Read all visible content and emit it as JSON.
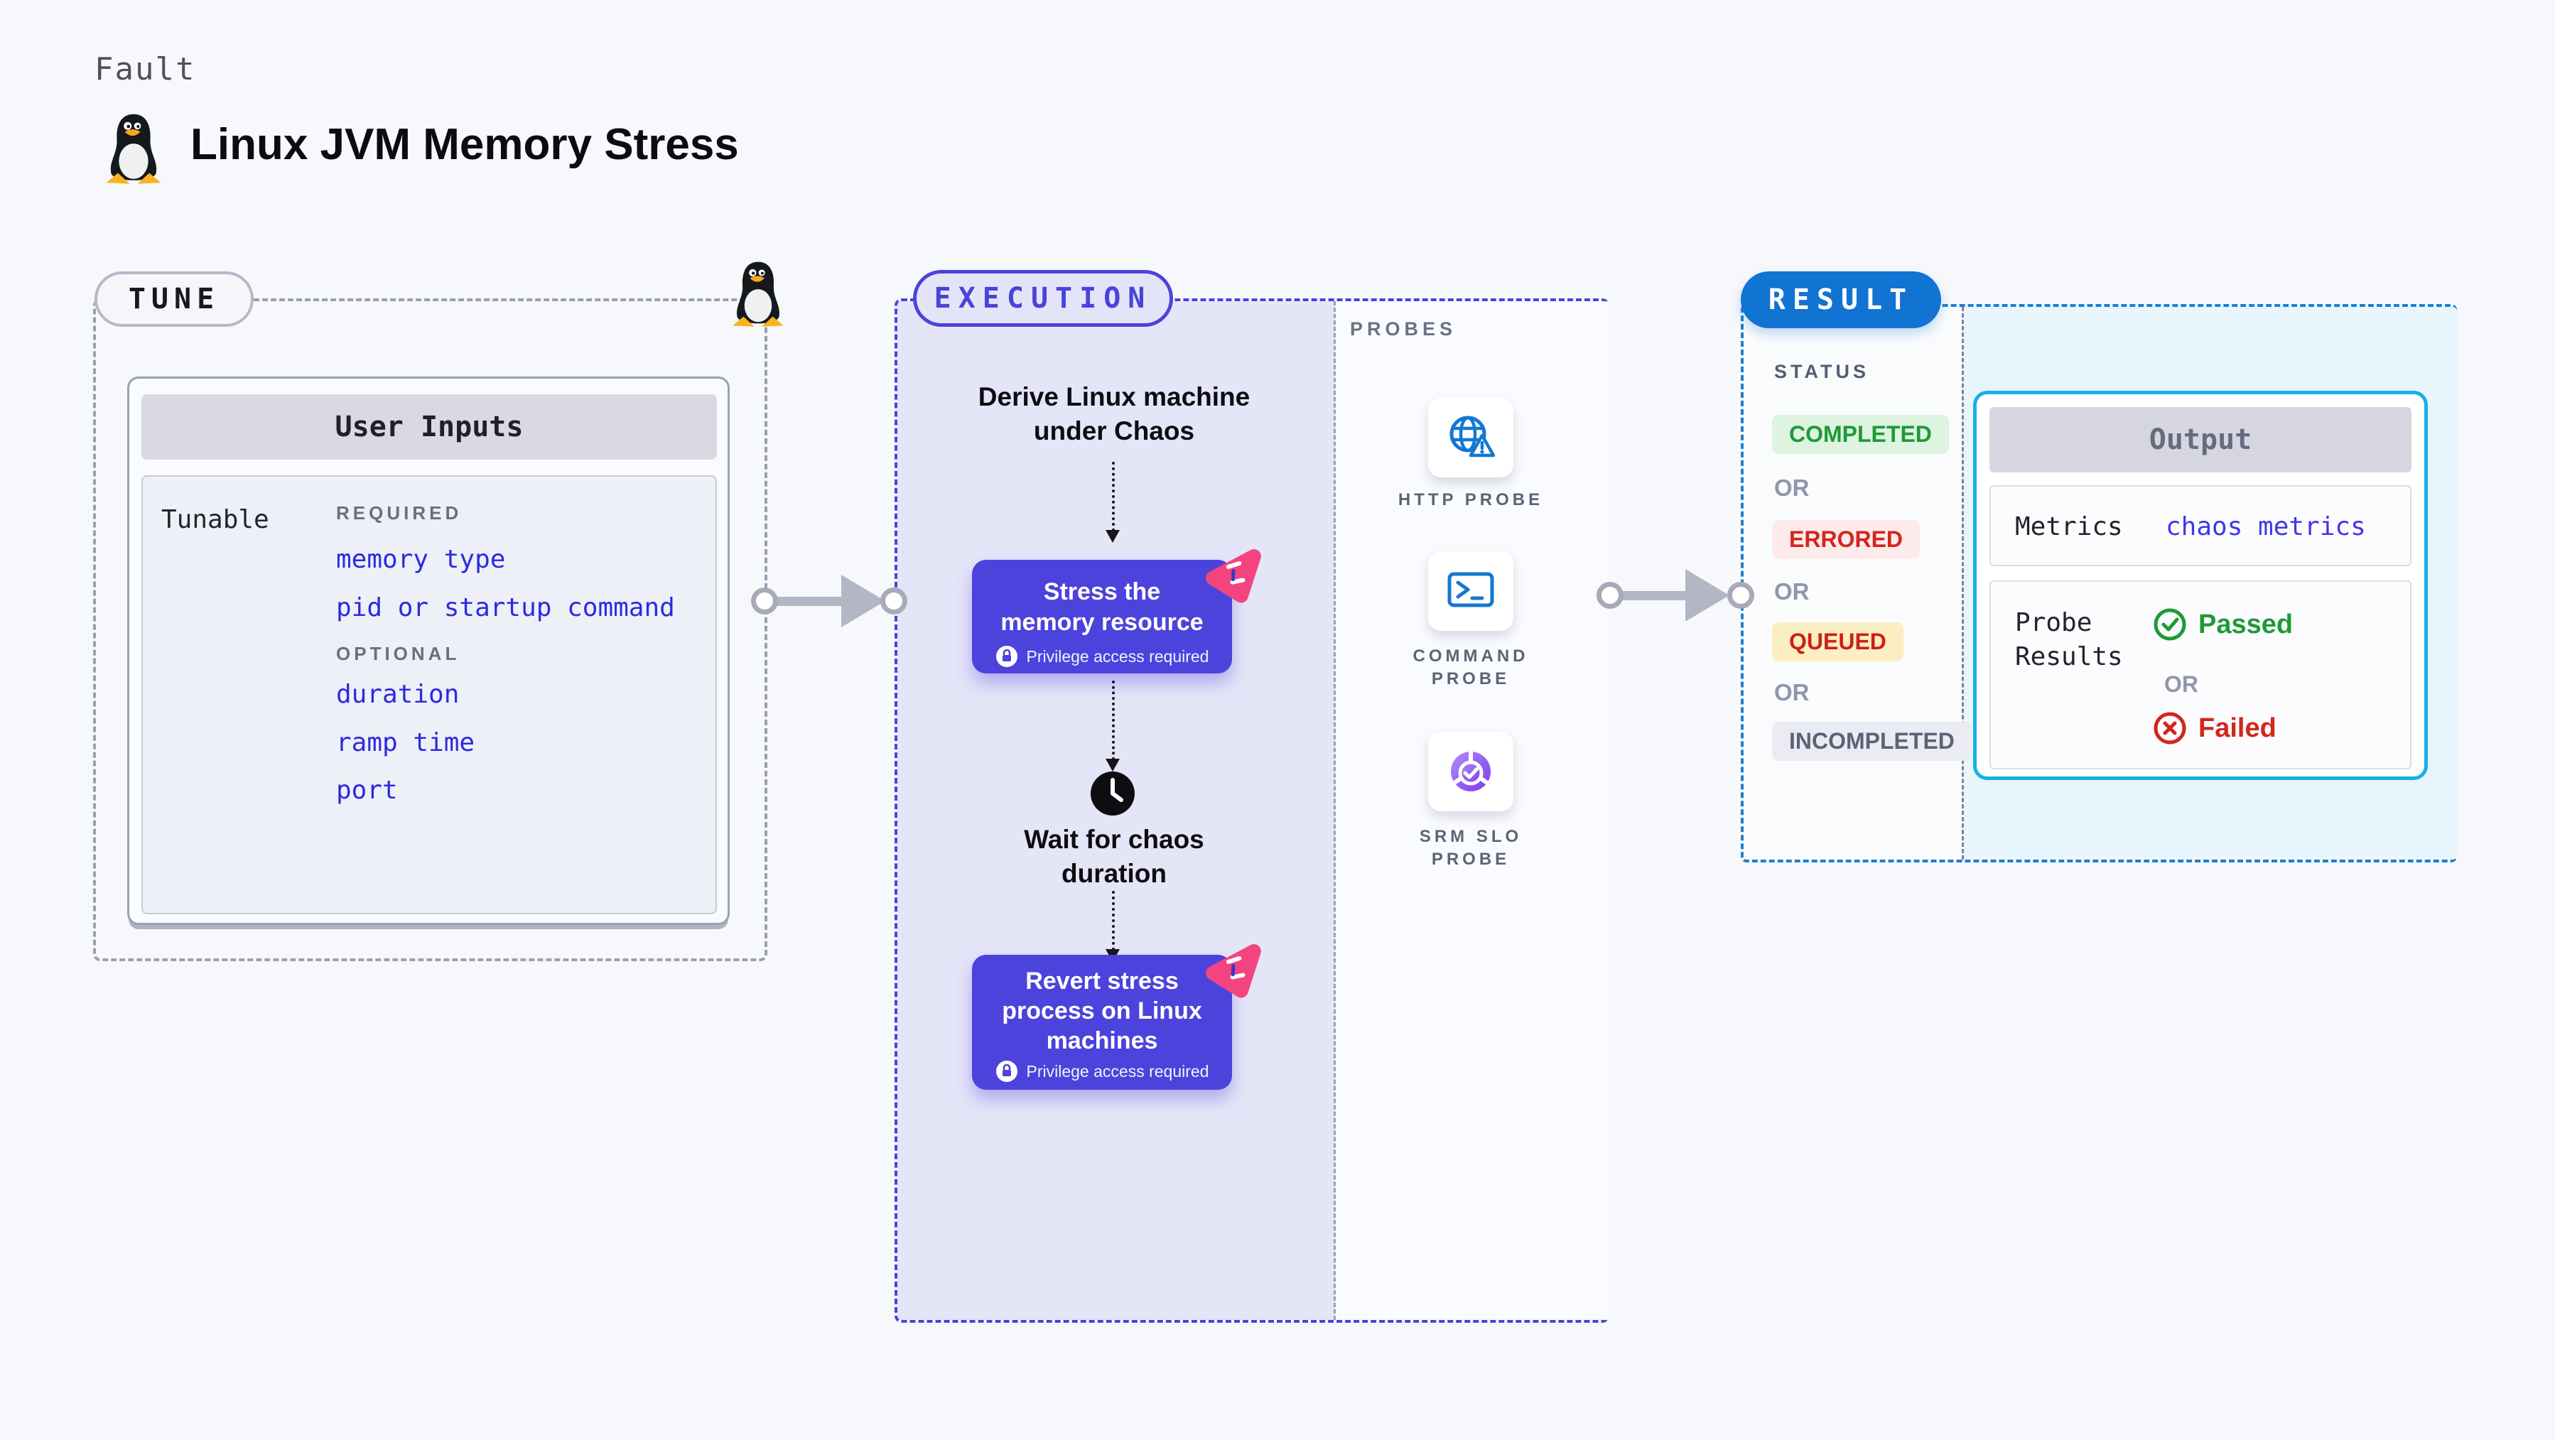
{
  "page": {
    "fault_label": "Fault",
    "title": "Linux JVM Memory Stress"
  },
  "tune": {
    "pill_label": "TUNE",
    "user_inputs_title": "User Inputs",
    "tunable_label": "Tunable",
    "required_heading": "REQUIRED",
    "required_items": [
      "memory type",
      "pid or startup command"
    ],
    "optional_heading": "OPTIONAL",
    "optional_items": [
      "duration",
      "ramp time",
      "port"
    ]
  },
  "execution": {
    "pill_label": "EXECUTION",
    "derive_lines": [
      "Derive Linux machine",
      "under Chaos"
    ],
    "stress_card": {
      "lines": [
        "Stress the",
        "memory resource"
      ],
      "privilege": "Privilege access required"
    },
    "wait_lines": [
      "Wait for chaos",
      "duration"
    ],
    "revert_card": {
      "lines": [
        "Revert stress",
        "process on Linux",
        "machines"
      ],
      "privilege": "Privilege access required"
    }
  },
  "probes": {
    "heading": "PROBES",
    "items": [
      {
        "icon": "globe-alert-icon",
        "lines": [
          "HTTP PROBE",
          ""
        ]
      },
      {
        "icon": "terminal-icon",
        "lines": [
          "COMMAND",
          "PROBE"
        ]
      },
      {
        "icon": "slo-donut-icon",
        "lines": [
          "SRM SLO",
          "PROBE"
        ]
      }
    ]
  },
  "result": {
    "pill_label": "RESULT",
    "status_heading": "STATUS",
    "or_label": "OR",
    "statuses": [
      {
        "label": "COMPLETED",
        "fg": "#1d9a37",
        "bg": "#def3e0"
      },
      {
        "label": "ERRORED",
        "fg": "#d2261d",
        "bg": "#fcebea"
      },
      {
        "label": "QUEUED",
        "fg": "#cc2115",
        "bg": "#fbeec2"
      },
      {
        "label": "INCOMPLETED",
        "fg": "#5c6376",
        "bg": "#ebecf3"
      }
    ],
    "output": {
      "title": "Output",
      "metrics_label": "Metrics",
      "metrics_value": "chaos metrics",
      "probe_results_lines": [
        "Probe",
        "Results"
      ],
      "or_label": "OR",
      "passed_label": "Passed",
      "failed_label": "Failed"
    }
  },
  "colors": {
    "page_bg": "#f7f8fb",
    "indigo": "#4a43da",
    "lavender_panel": "#e5e5f8",
    "purple_card": "#4b43dc",
    "pink_logo": "#f4447f",
    "probe_icon_blue": "#1477d3",
    "slo_purple": "#8b5cf6",
    "result_blue": "#1173d2",
    "result_border": "#1b7fd2",
    "output_border": "#17b0e8",
    "light_blue_zone": "#e9f5fc",
    "link_blue": "#2b2bdf",
    "gray_dash": "#9aa0ae",
    "green": "#1d9a37",
    "red": "#d2261d"
  }
}
